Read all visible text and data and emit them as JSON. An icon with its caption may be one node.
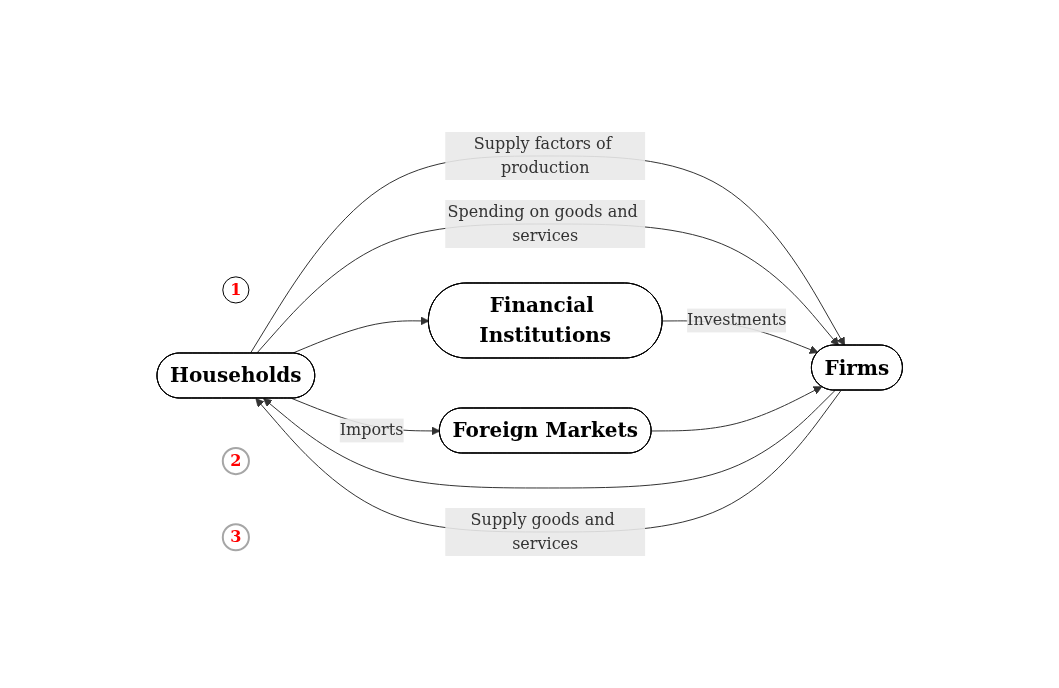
{
  "diagram": {
    "nodes": [
      {
        "text": [
          "1"
        ]
      },
      {
        "text": [
          "Households"
        ]
      },
      {
        "text": [
          "Firms"
        ]
      },
      {
        "text": [
          "2"
        ]
      },
      {
        "text": [
          "Financial Institutions"
        ]
      },
      {
        "text": [
          "3"
        ]
      },
      {
        "text": [
          "Foreign Markets"
        ]
      }
    ],
    "edges": [
      {
        "from": 2,
        "to": 1,
        "arrow": "to"
      },
      {
        "from": 1,
        "to": 2,
        "label": "Supply factors of production",
        "arrow": "to"
      },
      {
        "from": 2,
        "to": 1,
        "label": "Supply goods and services",
        "arrow": "to"
      },
      {
        "from": 1,
        "to": 2,
        "label": "Spending on goods and services",
        "arrow": "to"
      },
      {
        "from": 1,
        "to": 4,
        "arrow": "to"
      },
      {
        "from": 1,
        "to": 6,
        "label": "Imports",
        "arrow": "to"
      },
      {
        "from": 4,
        "to": 2,
        "label": "Investments",
        "arrow": "to"
      },
      {
        "from": 6,
        "to": 2,
        "arrow": "to"
      }
    ]
  }
}
